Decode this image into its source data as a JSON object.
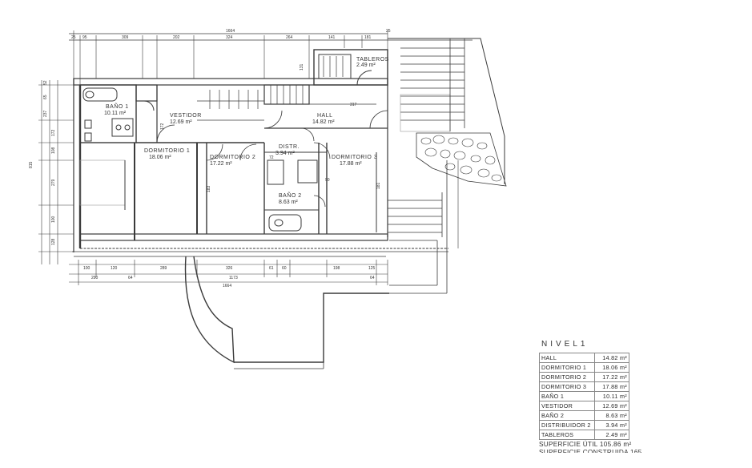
{
  "rooms": {
    "bano1": {
      "name": "BAÑO 1",
      "area": "10.11 m²"
    },
    "vestidor": {
      "name": "VESTIDOR",
      "area": "12.69 m²"
    },
    "hall": {
      "name": "HALL",
      "area": "14.82 m²"
    },
    "tableros": {
      "name": "TABLEROS",
      "area": "2.49 m²"
    },
    "dormitorio1": {
      "name": "DORMITORIO 1",
      "area": "18.06 m²"
    },
    "dormitorio2": {
      "name": "DORMITORIO 2",
      "area": "17.22 m²"
    },
    "dormitorio3": {
      "name": "DORMITORIO 3",
      "area": "17.88 m²"
    },
    "distr": {
      "name": "DISTR.",
      "area": "3.94 m²"
    },
    "bano2": {
      "name": "BAÑO 2",
      "area": "8.63 m²"
    }
  },
  "dimensions": {
    "top_total": "1664",
    "top": [
      "25",
      "95",
      "309",
      "202",
      "324",
      "264",
      "141",
      "181",
      "25"
    ],
    "bottom_total": "1664",
    "bottom_a": [
      "100",
      "120",
      "289",
      "326",
      "61",
      "60",
      "198",
      "125"
    ],
    "bottom_b": [
      "290",
      "64",
      "1173",
      "64"
    ],
    "hall_width": "317",
    "left": [
      "52",
      "65",
      "237",
      "172",
      "108",
      "279",
      "100",
      "128"
    ],
    "left_total": "815",
    "inner": [
      "172",
      "183",
      "181",
      "90",
      "72",
      "131"
    ]
  },
  "legend": {
    "title": "NIVEL1",
    "rows": [
      {
        "name": "HALL",
        "area": "14.82 m²"
      },
      {
        "name": "DORMITORIO 1",
        "area": "18.06 m²"
      },
      {
        "name": "DORMITORIO 2",
        "area": "17.22 m²"
      },
      {
        "name": "DORMITORIO 3",
        "area": "17.88 m²"
      },
      {
        "name": "BAÑO 1",
        "area": "10.11 m²"
      },
      {
        "name": "VESTIDOR",
        "area": "12.69 m²"
      },
      {
        "name": "BAÑO 2",
        "area": "8.63 m²"
      },
      {
        "name": "DISTRIBUIDOR 2",
        "area": "3.94 m²"
      },
      {
        "name": "TABLEROS",
        "area": "2.49 m²"
      }
    ],
    "total_label": "SUPERFICIE ÚTIL 105.86 m²",
    "cut_label": "SUPERFICIE CONSTRUIDA 165"
  }
}
